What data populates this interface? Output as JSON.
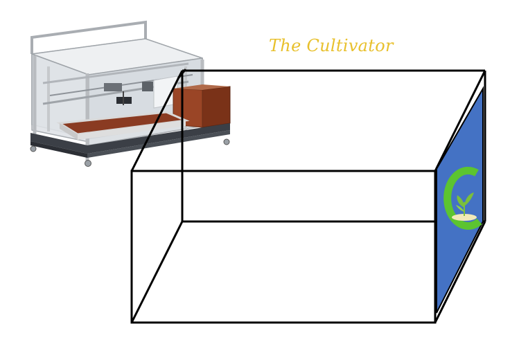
{
  "title": "The Cultivator",
  "colors": {
    "title": "#e8c02c",
    "box_stroke": "#000000",
    "panel": "#4472c4",
    "logo_c": "#5cc430",
    "logo_plant": "#7bbf3a",
    "logo_soil": "#f1e9b8",
    "frame": "#b9bcc0",
    "glass": "#d9dde2",
    "soil": "#8a3b22",
    "base": "#3b3f46"
  },
  "icons": {
    "machine": "cnc-cultivator-machine-render",
    "logo": "letter-c-sprout-logo"
  }
}
